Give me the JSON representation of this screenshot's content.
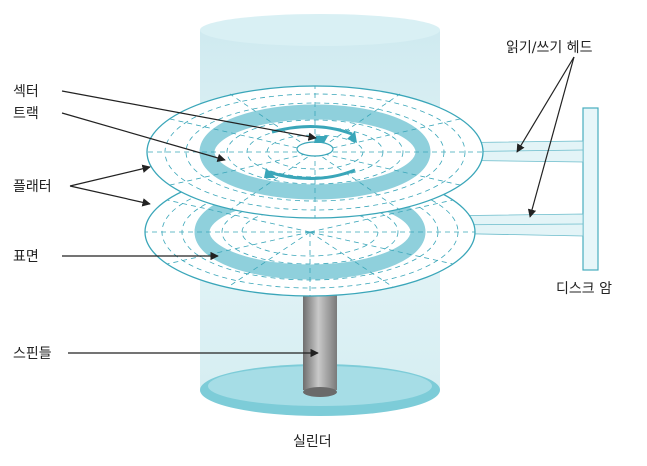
{
  "labels": {
    "sector": "섹터",
    "track": "트랙",
    "platter": "플래터",
    "surface": "표면",
    "spindle": "스핀들",
    "cylinder": "실린더",
    "rw_head": "읽기/쓰기 헤드",
    "disk_arm": "디스크 암"
  },
  "colors": {
    "cylinder_fill": "#cde9ee",
    "platter_edge": "#3aa6b9",
    "track_band": "#8fd0dc",
    "arm_fill": "#e3f4f7",
    "spindle": "#8e8e8e",
    "pointer": "#222222"
  }
}
